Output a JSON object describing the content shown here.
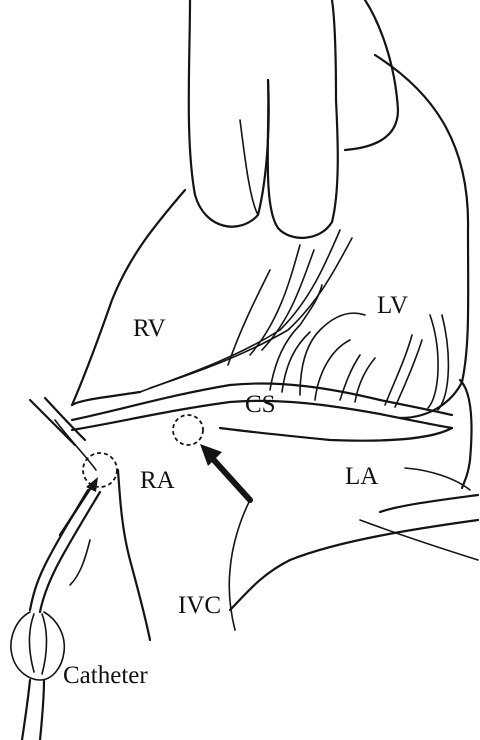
{
  "labels": {
    "rv": "RV",
    "lv": "LV",
    "cs": "CS",
    "ra": "RA",
    "la": "LA",
    "ivc": "IVC",
    "catheter": "Catheter"
  },
  "colors": {
    "ink": "#141414",
    "paper": "#ffffff"
  }
}
